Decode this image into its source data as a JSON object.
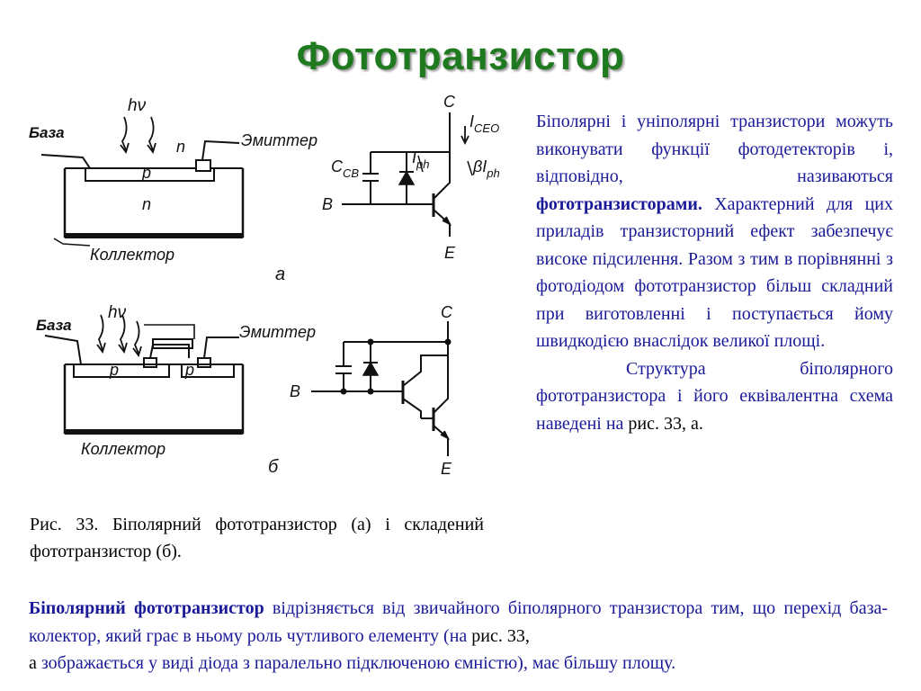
{
  "title": "Фототранзистор",
  "figure": {
    "a": {
      "baza": "База",
      "emitter": "Эмиттер",
      "collector": "Коллектор",
      "hv": "hν",
      "p": "p",
      "n_top": "n",
      "n_body": "n",
      "label": "а",
      "schematic": {
        "c": "C",
        "iceo": "I",
        "iceo_sub": "CEO",
        "cob": "C",
        "cob_sub": "CB",
        "b": "B",
        "iph": "I",
        "iph_sub": "ph",
        "beta_iph": "βI",
        "beta_iph_sub": "ph",
        "e": "E"
      }
    },
    "b": {
      "baza": "База",
      "emitter": "Эмиттер",
      "collector": "Коллектор",
      "hv": "hν",
      "p1": "p",
      "p2": "p",
      "label": "б",
      "schematic": {
        "c": "C",
        "b": "B",
        "e": "E"
      }
    }
  },
  "caption": "Рис. 33. Біполярний фототранзистор (а) і складений фототранзистор (б).",
  "right_text": {
    "p1_a": "Біполярні і уніполярні транзистори можуть виконувати функції фотодетекторів і, відповідно, називаються ",
    "p1_bold": "фототранзисторами.",
    "p1_b": " Характерний для цих приладів транзисторний ефект забезпечує високе підсилення. Разом з тим в порівнянні з фотодіодом фототранзистор більш складний при виготовленні і поступається йому швидкодією внаслідок великої площі.",
    "p2_a": "Структура біполярного фототранзистора і його еквівалентна схема наведені на ",
    "p2_ref": "рис. 33, а."
  },
  "bottom_text": {
    "bold": "Біполярний фототранзистор",
    "a": " відрізняється від звичайного біполярного транзистора тим, що перехід база-колектор, який грає в ньому роль чутливого елементу (на ",
    "ref1": "рис. 33,",
    "ref2": "а",
    "b": " зображається у виді діода з паралельно підключеною ємністю), має більшу площу."
  }
}
